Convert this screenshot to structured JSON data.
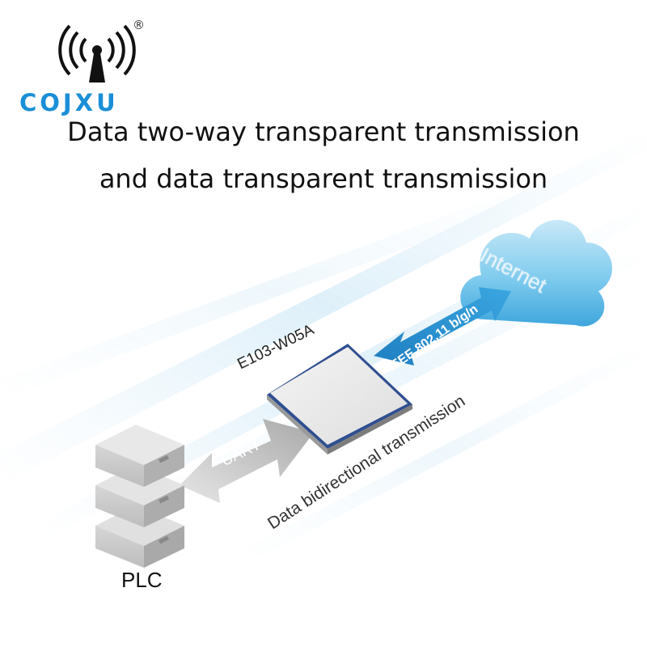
{
  "brand": {
    "name": "COJXU",
    "registered_mark": "®",
    "color": "#1a8fd8",
    "icon": "antenna-signal-icon"
  },
  "title": {
    "line1": "Data two-way transparent transmission",
    "line2": "and data transparent transmission"
  },
  "diagram": {
    "device_label": "PLC",
    "module_label": "E103-W05A",
    "link_device_label": "UART",
    "link_cloud_label": "IEEE 802.11 b/g/n",
    "cloud_label": "Internet",
    "caption": "Data bidirectional transmission",
    "colors": {
      "cloud": "#5bbde6",
      "arrow_blue": "#1a86c8",
      "arrow_grey": "#b5b5b5",
      "server": "#c4c4c4",
      "module_border": "#2f4f8f"
    }
  }
}
